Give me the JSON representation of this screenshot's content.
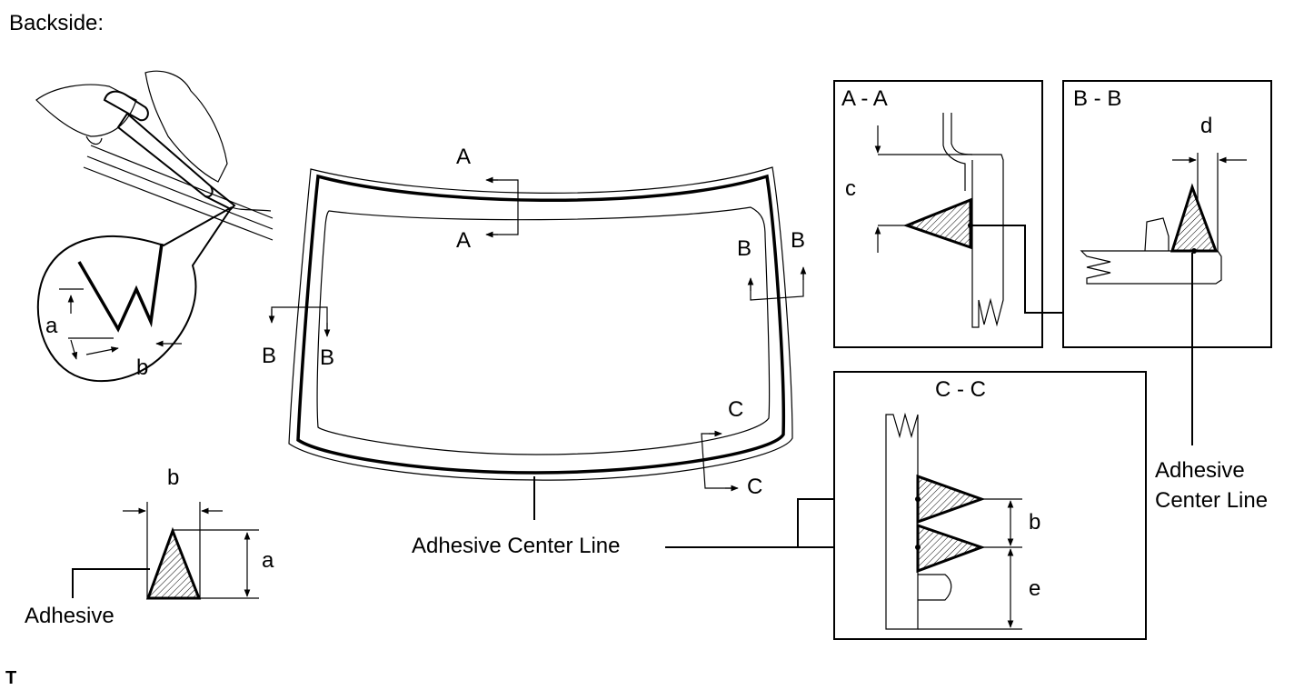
{
  "title": "Backside:",
  "footer_mark": "T",
  "windshield": {
    "section_a_top": "A",
    "section_a_bottom": "A",
    "section_b_left_outer": "B",
    "section_b_left_inner": "B",
    "section_b_right_inner": "B",
    "section_b_right_outer": "B",
    "section_c_top": "C",
    "section_c_bottom": "C"
  },
  "bead_detail": {
    "dim_a": "a",
    "dim_b": "b"
  },
  "bead_profile": {
    "dim_b": "b",
    "dim_a": "a",
    "adhesive_label": "Adhesive"
  },
  "center_line_label": "Adhesive Center Line",
  "panel_aa": {
    "title": "A - A",
    "dim_c": "c"
  },
  "panel_bb": {
    "title": "B - B",
    "dim_d": "d"
  },
  "panel_cc": {
    "title": "C - C",
    "dim_b": "b",
    "dim_e": "e"
  },
  "right_center_line_label": [
    "Adhesive",
    "Center Line"
  ]
}
